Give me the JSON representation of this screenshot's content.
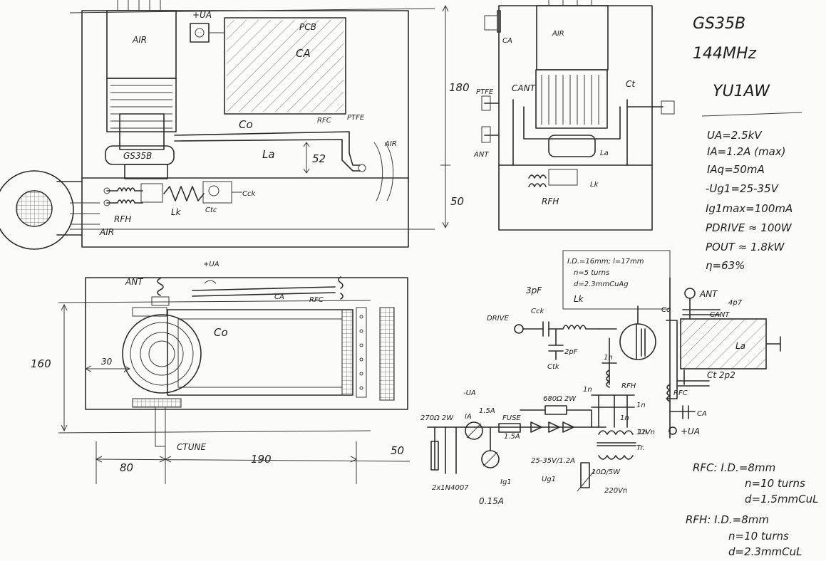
{
  "title": {
    "tube": "GS35B",
    "freq": "144MHz",
    "author": "YU1AW"
  },
  "specs": [
    "UA=2.5kV",
    "IA=1.2A (max)",
    "IAq=50mA",
    "-Ug1=25-35V",
    "Ig1max=100mA",
    "PDRIVE ≈ 100W",
    "POUT ≈ 1.8kW",
    "η=63%"
  ],
  "top_view": {
    "air_top": "AIR",
    "ua": "+UA",
    "pcb": "PCB",
    "ca": "CA",
    "co": "Co",
    "rfc": "RFC",
    "ptfe": "PTFE",
    "la": "La",
    "dim_52": "52",
    "tube": "GS35B",
    "air_right": "AIR",
    "cck": "Cck",
    "rfh": "RFH",
    "lk": "Lk",
    "ctc": "Ctc",
    "air_fan": "AIR"
  },
  "side_view": {
    "ca": "CA",
    "air": "AIR",
    "ptfe": "PTFE",
    "cant": "CANT",
    "ct": "Ct",
    "ant": "ANT",
    "la": "La",
    "lk": "Lk",
    "rfh": "RFH",
    "dim_180": "180",
    "dim_50": "50"
  },
  "plan_view": {
    "ant": "ANT",
    "ua": "+UA",
    "ca": "CA",
    "rfc": "RFC",
    "co": "Co",
    "dim_160": "160",
    "dim_30": "30",
    "ctune": "CTUNE",
    "dim_80": "80",
    "dim_190": "190",
    "dim_50": "50"
  },
  "coil_note": [
    "I.D.=16mm; l=17mm",
    "n=5 turns",
    "d=2.3mmCuAg",
    "Lk"
  ],
  "schematic": {
    "c3pf": "3pF",
    "cck": "Cck",
    "drive": "DRIVE",
    "c2pf": "2pF",
    "ctk": "Ctk",
    "ant": "ANT",
    "c4p7": "4p7",
    "cant": "CANT",
    "co": "Co",
    "la": "La",
    "ct": "Ct 2p2",
    "rfc": "RFC",
    "ca": "CA",
    "ua": "+UA",
    "rfh": "RFH",
    "c1n_a": "1n",
    "c1n_b": "1n",
    "c1n_c": "1n",
    "c1n_d": "1n",
    "c1n_e": "1n",
    "ua_neg": "-UA",
    "r270": "270Ω 2W",
    "ia_meter": "IA",
    "ia_range": "1.5A",
    "fuse": "FUSE",
    "fuse_val": "1.5A",
    "r680": "680Ω 2W",
    "v12": "12Vn",
    "tr": "Tr.",
    "zener": "25-35V/1.2A",
    "ug1": "Ug1",
    "pot": "10Ω/5W",
    "v220": "220Vn",
    "ig1": "Ig1",
    "ig1_range": "0.15A",
    "diodes": "2x1N4007"
  },
  "rfc_spec": [
    "RFC: I.D.=8mm",
    "n=10 turns",
    "d=1.5mmCuL"
  ],
  "rfh_spec": [
    "RFH: I.D.=8mm",
    "n=10 turns",
    "d=2.3mmCuL"
  ]
}
